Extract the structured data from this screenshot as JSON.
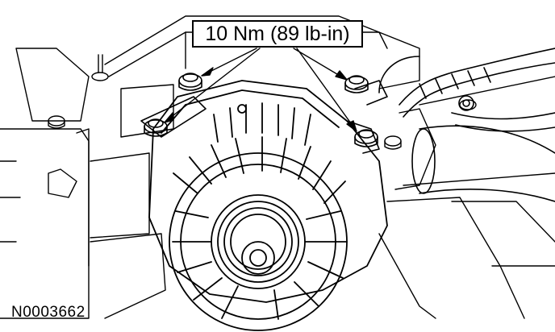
{
  "callout": {
    "torque_label": "10 Nm (89 lb-in)"
  },
  "figure": {
    "id": "N0003662"
  },
  "colors": {
    "line": "#000000",
    "background": "#ffffff"
  },
  "parts": {
    "main_component": "alternator",
    "fasteners": [
      "bolt-upper-left",
      "bolt-left",
      "bolt-upper-right",
      "bolt-right"
    ]
  }
}
